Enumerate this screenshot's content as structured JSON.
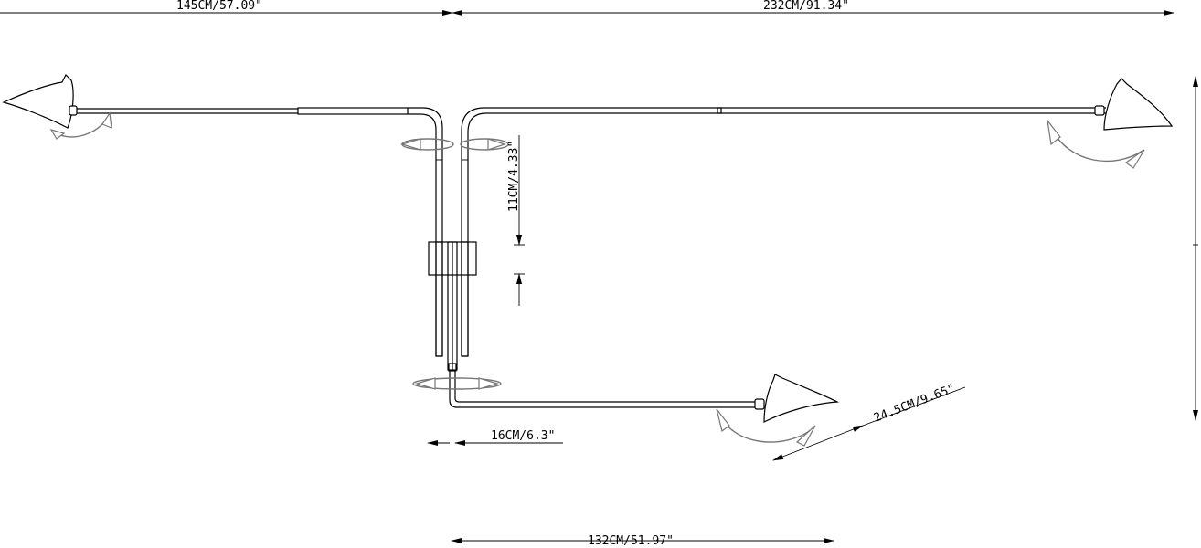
{
  "dimensions": {
    "left_span": "145CM/57.09\"",
    "right_span": "232CM/91.34\"",
    "stem_length": "11CM/4.33\"",
    "lower_offset": "16CM/6.3\"",
    "shade_length": "24.5CM/9.65\"",
    "bottom_span": "132CM/51.97\""
  }
}
